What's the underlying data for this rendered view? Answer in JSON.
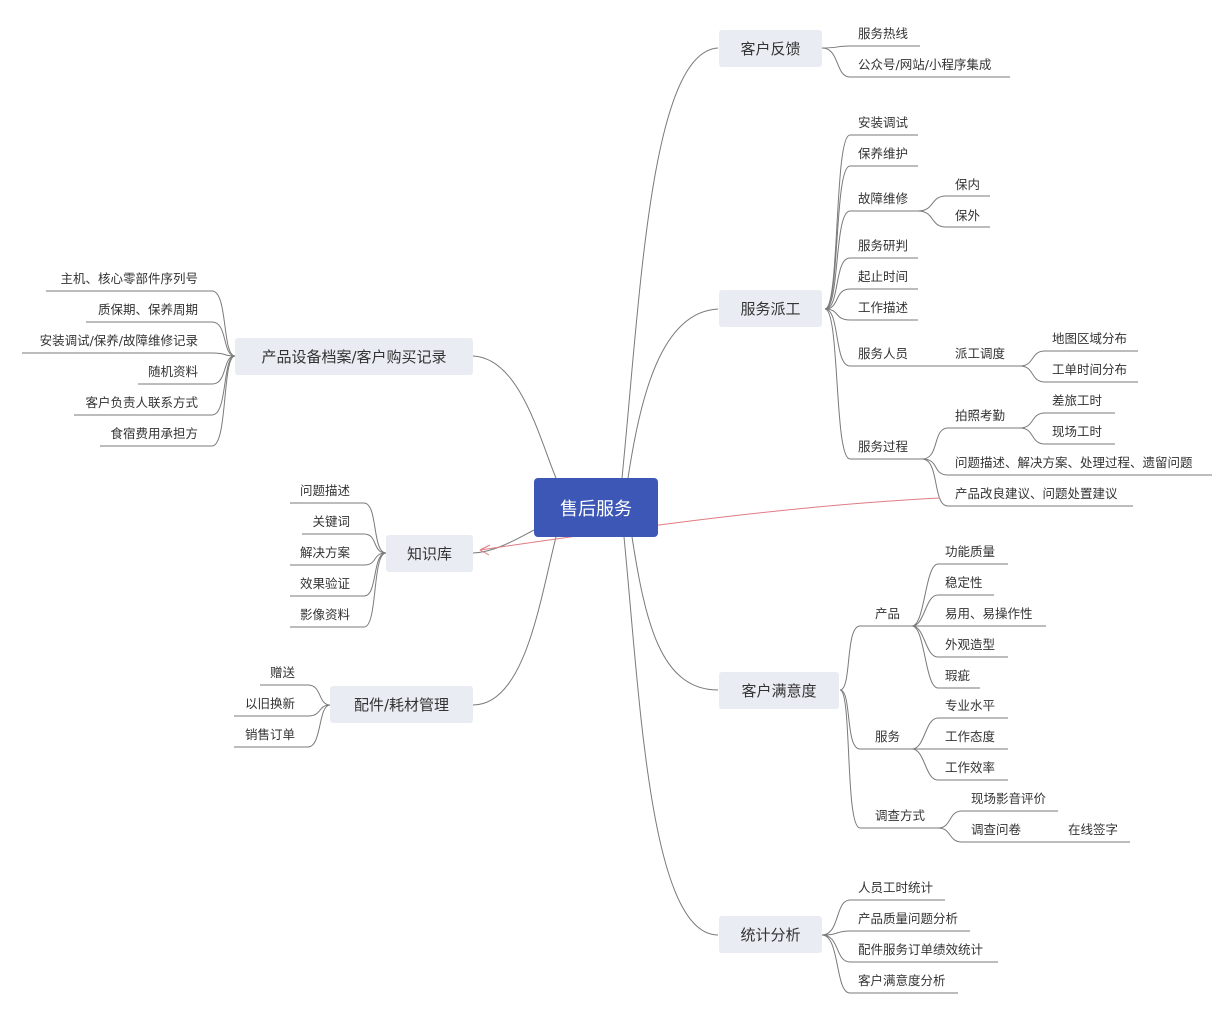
{
  "root": {
    "label": "售后服务"
  },
  "branches": {
    "feedback": {
      "label": "客户反馈",
      "items": [
        "服务热线",
        "公众号/网站/小程序集成"
      ]
    },
    "dispatch": {
      "label": "服务派工",
      "install": "安装调试",
      "maintain": "保养维护",
      "repair": "故障维修",
      "repair_in": "保内",
      "repair_out": "保外",
      "judge": "服务研判",
      "time": "起止时间",
      "desc": "工作描述",
      "staff": "服务人员",
      "schedule": "派工调度",
      "map": "地图区域分布",
      "timeline": "工单时间分布",
      "process": "服务过程",
      "photo": "拍照考勤",
      "travel": "差旅工时",
      "onsite": "现场工时",
      "problem": "问题描述、解决方案、处理过程、遗留问题",
      "suggest": "产品改良建议、问题处置建议"
    },
    "satisfaction": {
      "label": "客户满意度",
      "product": "产品",
      "product_items": [
        "功能质量",
        "稳定性",
        "易用、易操作性",
        "外观造型",
        "瑕疵"
      ],
      "service": "服务",
      "service_items": [
        "专业水平",
        "工作态度",
        "工作效率"
      ],
      "survey": "调查方式",
      "survey_onsite": "现场影音评价",
      "survey_form": "调查问卷",
      "survey_sign": "在线签字"
    },
    "stats": {
      "label": "统计分析",
      "items": [
        "人员工时统计",
        "产品质量问题分析",
        "配件服务订单绩效统计",
        "客户满意度分析"
      ]
    },
    "archive": {
      "label": "产品设备档案/客户购买记录",
      "items": [
        "主机、核心零部件序列号",
        "质保期、保养周期",
        "安装调试/保养/故障维修记录",
        "随机资料",
        "客户负责人联系方式",
        "食宿费用承担方"
      ]
    },
    "knowledge": {
      "label": "知识库",
      "items": [
        "问题描述",
        "关键词",
        "解决方案",
        "效果验证",
        "影像资料"
      ]
    },
    "parts": {
      "label": "配件/耗材管理",
      "items": [
        "赠送",
        "以旧换新",
        "销售订单"
      ]
    }
  }
}
